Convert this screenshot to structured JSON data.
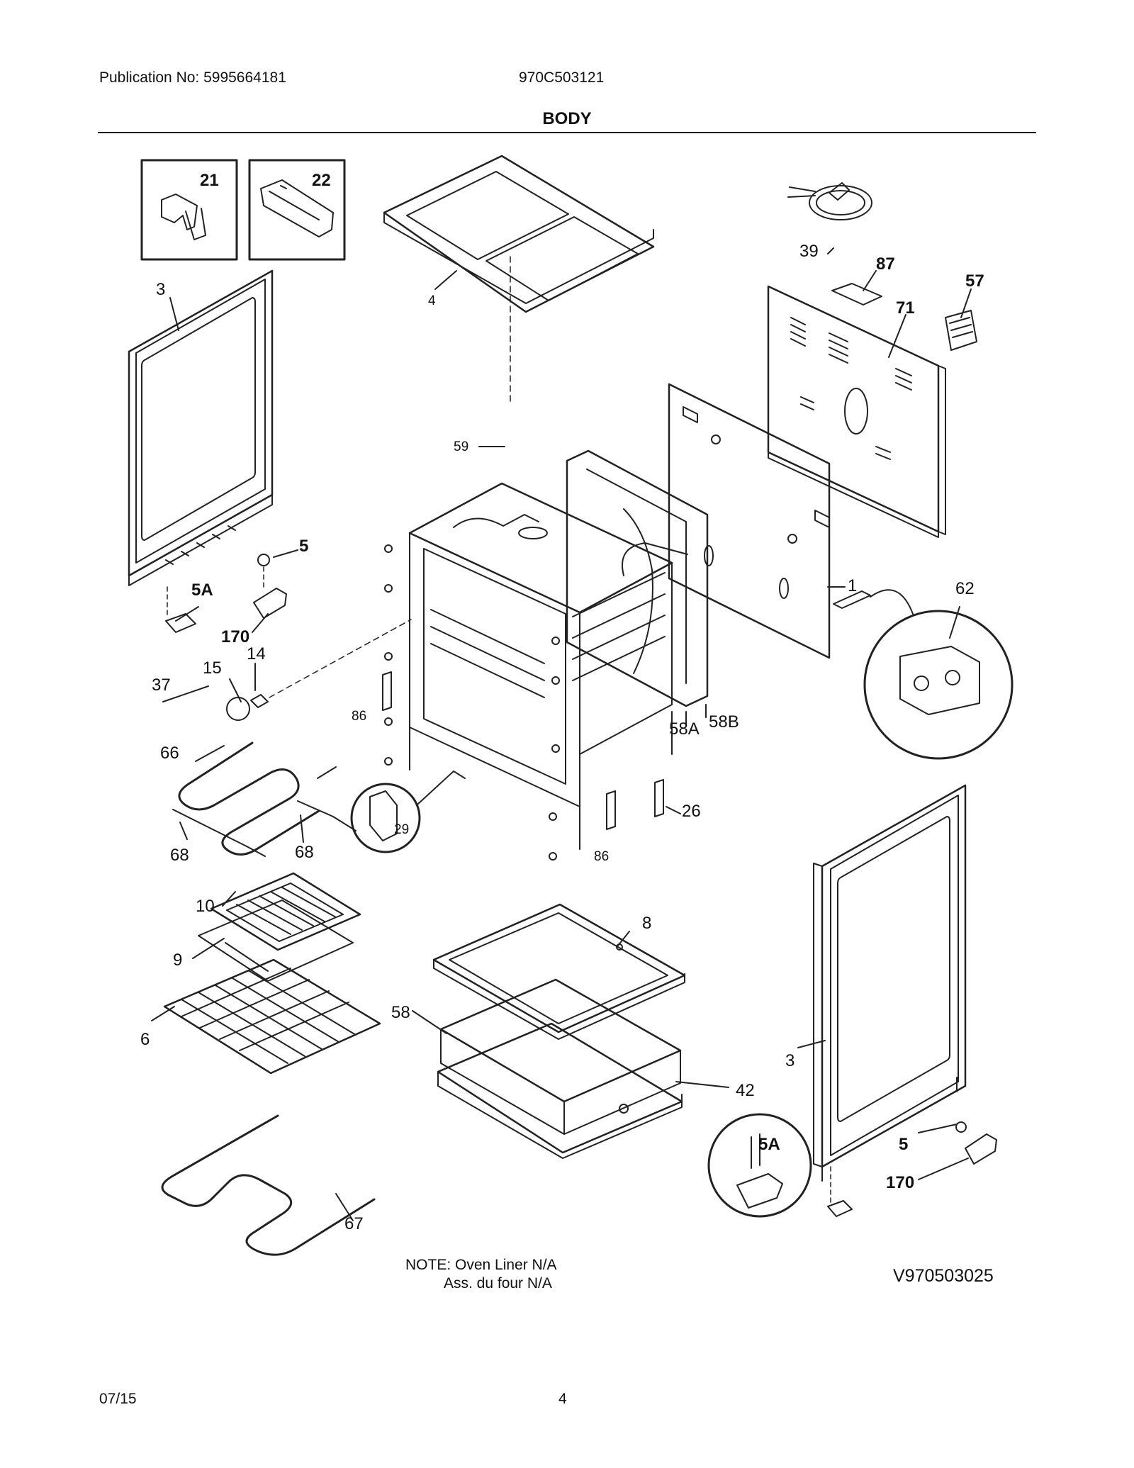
{
  "header": {
    "publication": "Publication No: 5995664181",
    "model": "970C503121",
    "title": "BODY"
  },
  "callouts": {
    "c21": "21",
    "c22": "22",
    "c3a": "3",
    "c4": "4",
    "c39": "39",
    "c87": "87",
    "c57": "57",
    "c71": "71",
    "c59": "59",
    "c5a": "5",
    "c5Aa": "5A",
    "c170a": "170",
    "c14": "14",
    "c15": "15",
    "c37": "37",
    "c1": "1",
    "c62": "62",
    "c86a": "86",
    "c58A": "58A",
    "c58B": "58B",
    "c66": "66",
    "c29": "29",
    "c26": "26",
    "c68a": "68",
    "c68b": "68",
    "c86b": "86",
    "c10": "10",
    "c8": "8",
    "c9": "9",
    "c6": "6",
    "c58": "58",
    "c3b": "3",
    "c42": "42",
    "c5Ab": "5A",
    "c5b": "5",
    "c170b": "170",
    "c67": "67"
  },
  "note": {
    "line1": "NOTE: Oven Liner N/A",
    "line2": "Ass. du four N/A"
  },
  "drawing_number": "V970503025",
  "footer": {
    "date": "07/15",
    "page": "4"
  }
}
